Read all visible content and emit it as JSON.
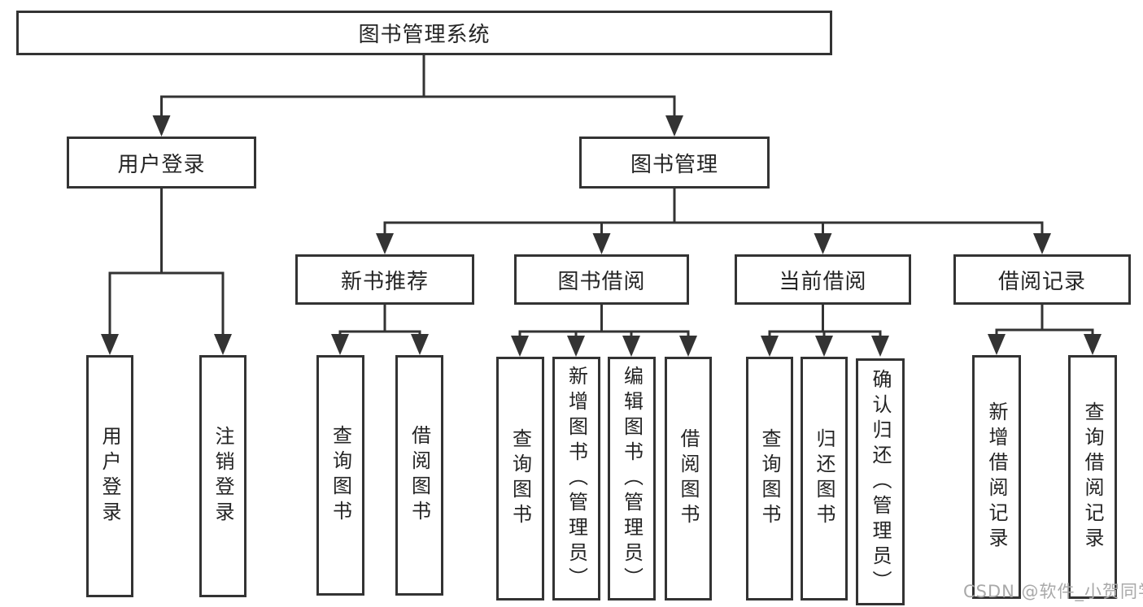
{
  "tree": {
    "root": "图书管理系统",
    "branches": [
      {
        "label": "用户登录",
        "children": [
          "用户登录",
          "注销登录"
        ]
      },
      {
        "label": "图书管理",
        "groups": [
          {
            "label": "新书推荐",
            "children": [
              "查询图书",
              "借阅图书"
            ]
          },
          {
            "label": "图书借阅",
            "children": [
              "查询图书",
              "新增图书（管理员）",
              "编辑图书（管理员）",
              "借阅图书"
            ]
          },
          {
            "label": "当前借阅",
            "children": [
              "查询图书",
              "归还图书",
              "确认归还（管理员）"
            ]
          },
          {
            "label": "借阅记录",
            "children": [
              "新增借阅记录",
              "查询借阅记录"
            ]
          }
        ]
      }
    ]
  },
  "watermark": {
    "text": "CSDN @软件_小贺同学"
  },
  "colors": {
    "line": "#333333",
    "box_background": "#ffffff",
    "text": "#242424",
    "watermark": "#a9a9a9",
    "background": "#ffffff"
  }
}
